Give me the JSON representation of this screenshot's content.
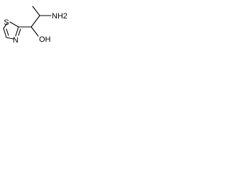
{
  "molecule": {
    "atoms": {
      "nh2": "NH2",
      "oh": "OH",
      "s": "S",
      "n": "N"
    }
  }
}
